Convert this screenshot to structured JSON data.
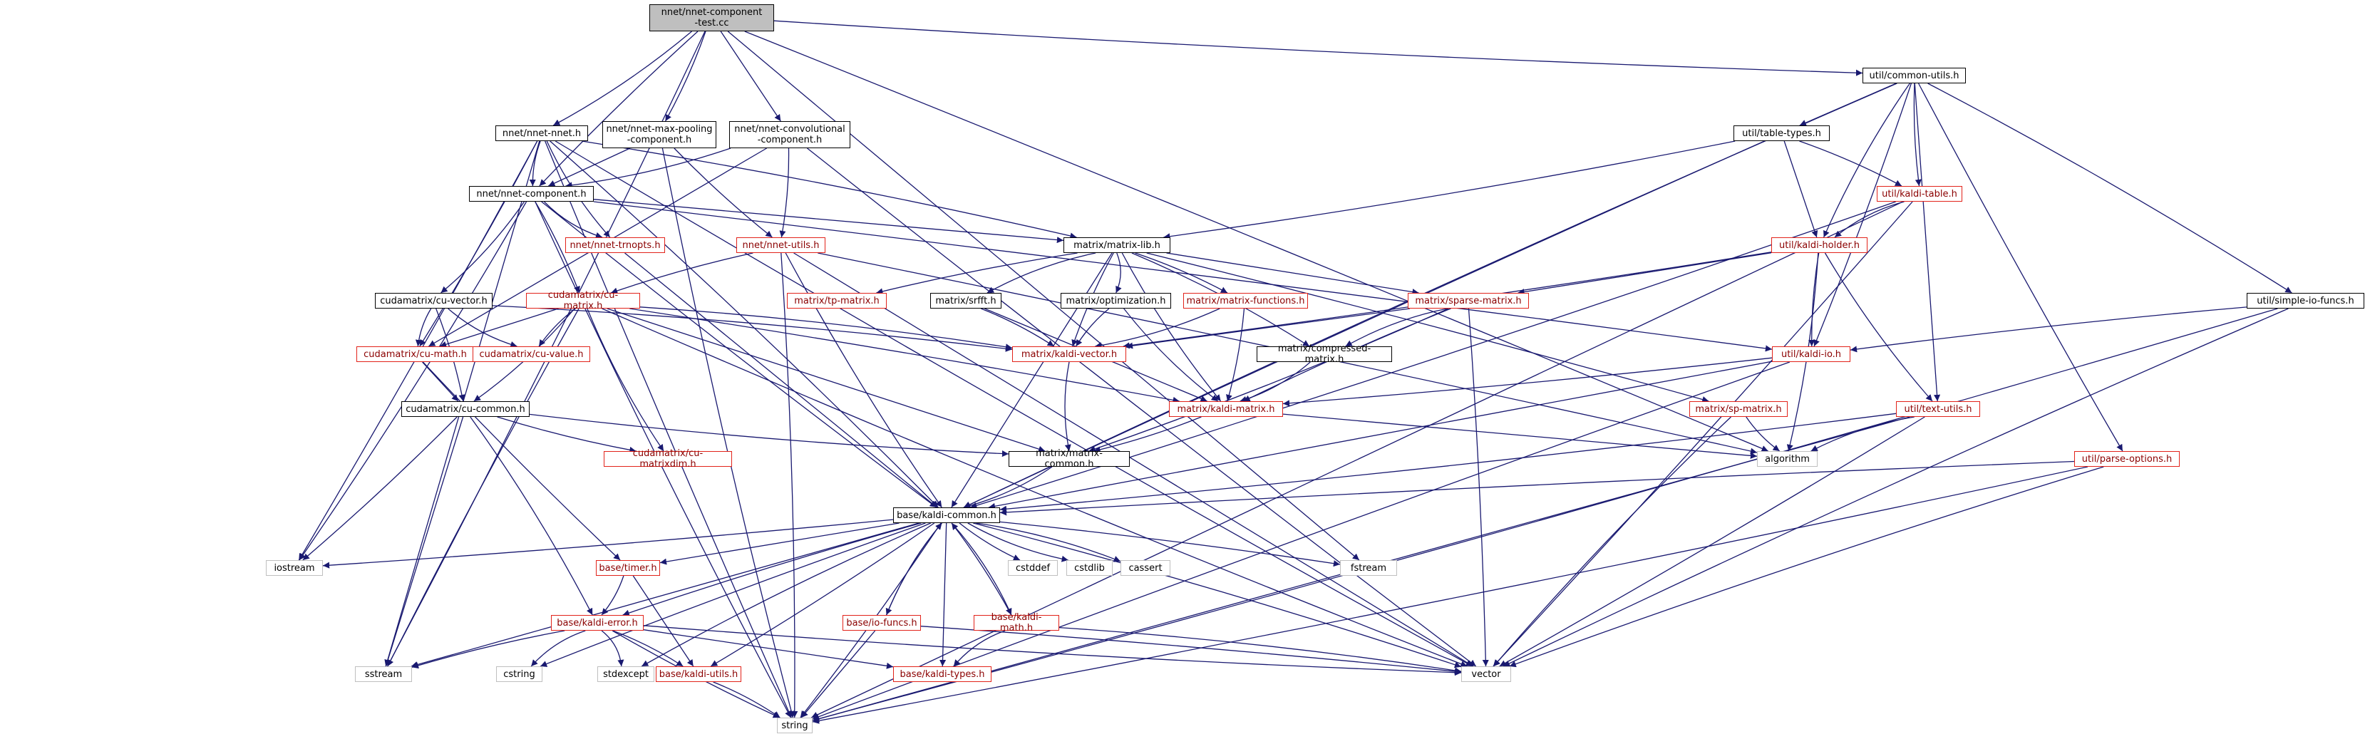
{
  "colors": {
    "edge": "#191970",
    "root_fill": "#bfbfbf",
    "documented_border": "#000000",
    "undocumented_border": "#e2231a",
    "external_border": "#bfbfbf"
  },
  "nodes": [
    {
      "id": "root",
      "label": "nnet/nnet-component\n-test.cc",
      "kind": "root"
    },
    {
      "id": "nnet_nnet",
      "label": "nnet/nnet-nnet.h",
      "kind": "black"
    },
    {
      "id": "nnet_maxpool",
      "label": "nnet/nnet-max-pooling\n-component.h",
      "kind": "black"
    },
    {
      "id": "nnet_conv",
      "label": "nnet/nnet-convolutional\n-component.h",
      "kind": "black"
    },
    {
      "id": "nnet_component",
      "label": "nnet/nnet-component.h",
      "kind": "black"
    },
    {
      "id": "nnet_trnopts",
      "label": "nnet/nnet-trnopts.h",
      "kind": "red"
    },
    {
      "id": "nnet_utils",
      "label": "nnet/nnet-utils.h",
      "kind": "red"
    },
    {
      "id": "matrix_lib",
      "label": "matrix/matrix-lib.h",
      "kind": "black"
    },
    {
      "id": "cu_vector",
      "label": "cudamatrix/cu-vector.h",
      "kind": "black"
    },
    {
      "id": "cu_matrix",
      "label": "cudamatrix/cu-matrix.h",
      "kind": "red"
    },
    {
      "id": "tp_matrix",
      "label": "matrix/tp-matrix.h",
      "kind": "red"
    },
    {
      "id": "srfft",
      "label": "matrix/srfft.h",
      "kind": "black"
    },
    {
      "id": "optimization",
      "label": "matrix/optimization.h",
      "kind": "black"
    },
    {
      "id": "matrix_functions",
      "label": "matrix/matrix-functions.h",
      "kind": "red"
    },
    {
      "id": "sparse_matrix",
      "label": "matrix/sparse-matrix.h",
      "kind": "red"
    },
    {
      "id": "cu_math",
      "label": "cudamatrix/cu-math.h",
      "kind": "red"
    },
    {
      "id": "cu_value",
      "label": "cudamatrix/cu-value.h",
      "kind": "red"
    },
    {
      "id": "kaldi_vector",
      "label": "matrix/kaldi-vector.h",
      "kind": "red"
    },
    {
      "id": "compressed_matrix",
      "label": "matrix/compressed-matrix.h",
      "kind": "black"
    },
    {
      "id": "cu_common",
      "label": "cudamatrix/cu-common.h",
      "kind": "black"
    },
    {
      "id": "kaldi_matrix",
      "label": "matrix/kaldi-matrix.h",
      "kind": "red"
    },
    {
      "id": "sp_matrix",
      "label": "matrix/sp-matrix.h",
      "kind": "red"
    },
    {
      "id": "cu_matrixdim",
      "label": "cudamatrix/cu-matrixdim.h",
      "kind": "red"
    },
    {
      "id": "matrix_common",
      "label": "matrix/matrix-common.h",
      "kind": "black"
    },
    {
      "id": "kaldi_common",
      "label": "base/kaldi-common.h",
      "kind": "black"
    },
    {
      "id": "common_utils",
      "label": "util/common-utils.h",
      "kind": "black"
    },
    {
      "id": "table_types",
      "label": "util/table-types.h",
      "kind": "black"
    },
    {
      "id": "kaldi_table",
      "label": "util/kaldi-table.h",
      "kind": "red"
    },
    {
      "id": "kaldi_holder",
      "label": "util/kaldi-holder.h",
      "kind": "red"
    },
    {
      "id": "simple_io",
      "label": "util/simple-io-funcs.h",
      "kind": "black"
    },
    {
      "id": "kaldi_io",
      "label": "util/kaldi-io.h",
      "kind": "red"
    },
    {
      "id": "text_utils",
      "label": "util/text-utils.h",
      "kind": "red"
    },
    {
      "id": "parse_options",
      "label": "util/parse-options.h",
      "kind": "red"
    },
    {
      "id": "timer",
      "label": "base/timer.h",
      "kind": "red"
    },
    {
      "id": "kaldi_error",
      "label": "base/kaldi-error.h",
      "kind": "red"
    },
    {
      "id": "io_funcs",
      "label": "base/io-funcs.h",
      "kind": "red"
    },
    {
      "id": "kaldi_math",
      "label": "base/kaldi-math.h",
      "kind": "red"
    },
    {
      "id": "kaldi_utils",
      "label": "base/kaldi-utils.h",
      "kind": "red"
    },
    {
      "id": "kaldi_types",
      "label": "base/kaldi-types.h",
      "kind": "red"
    },
    {
      "id": "iostream",
      "label": "iostream",
      "kind": "gray"
    },
    {
      "id": "cstddef",
      "label": "cstddef",
      "kind": "gray"
    },
    {
      "id": "cstdlib",
      "label": "cstdlib",
      "kind": "gray"
    },
    {
      "id": "cassert",
      "label": "cassert",
      "kind": "gray"
    },
    {
      "id": "fstream",
      "label": "fstream",
      "kind": "gray"
    },
    {
      "id": "algorithm",
      "label": "algorithm",
      "kind": "gray"
    },
    {
      "id": "sstream",
      "label": "sstream",
      "kind": "gray"
    },
    {
      "id": "cstring",
      "label": "cstring",
      "kind": "gray"
    },
    {
      "id": "stdexcept",
      "label": "stdexcept",
      "kind": "gray"
    },
    {
      "id": "vector",
      "label": "vector",
      "kind": "gray"
    },
    {
      "id": "string",
      "label": "string",
      "kind": "gray"
    }
  ],
  "edges": [
    [
      "root",
      "nnet_nnet"
    ],
    [
      "root",
      "nnet_maxpool"
    ],
    [
      "root",
      "nnet_conv"
    ],
    [
      "root",
      "nnet_component"
    ],
    [
      "root",
      "common_utils"
    ],
    [
      "root",
      "sstream"
    ],
    [
      "root",
      "algorithm"
    ],
    [
      "root",
      "fstream"
    ],
    [
      "nnet_nnet",
      "nnet_component"
    ],
    [
      "nnet_nnet",
      "nnet_trnopts"
    ],
    [
      "nnet_nnet",
      "matrix_lib"
    ],
    [
      "nnet_nnet",
      "iostream"
    ],
    [
      "nnet_nnet",
      "sstream"
    ],
    [
      "nnet_nnet",
      "string"
    ],
    [
      "nnet_nnet",
      "vector"
    ],
    [
      "nnet_nnet",
      "kaldi_common"
    ],
    [
      "nnet_nnet",
      "cu_math"
    ],
    [
      "nnet_maxpool",
      "nnet_component"
    ],
    [
      "nnet_maxpool",
      "nnet_utils"
    ],
    [
      "nnet_maxpool",
      "string"
    ],
    [
      "nnet_conv",
      "nnet_component"
    ],
    [
      "nnet_conv",
      "nnet_utils"
    ],
    [
      "nnet_conv",
      "cu_math"
    ],
    [
      "nnet_conv",
      "vector"
    ],
    [
      "nnet_component",
      "nnet_trnopts"
    ],
    [
      "nnet_component",
      "cu_vector"
    ],
    [
      "nnet_component",
      "cu_matrix"
    ],
    [
      "nnet_component",
      "matrix_lib"
    ],
    [
      "nnet_component",
      "kaldi_common"
    ],
    [
      "nnet_component",
      "string"
    ],
    [
      "nnet_component",
      "iostream"
    ],
    [
      "nnet_component",
      "kaldi_io"
    ],
    [
      "nnet_trnopts",
      "kaldi_common"
    ],
    [
      "nnet_utils",
      "cu_matrix"
    ],
    [
      "nnet_utils",
      "kaldi_common"
    ],
    [
      "nnet_utils",
      "string"
    ],
    [
      "nnet_utils",
      "algorithm"
    ],
    [
      "nnet_utils",
      "vector"
    ],
    [
      "matrix_lib",
      "tp_matrix"
    ],
    [
      "matrix_lib",
      "srfft"
    ],
    [
      "matrix_lib",
      "optimization"
    ],
    [
      "matrix_lib",
      "matrix_functions"
    ],
    [
      "matrix_lib",
      "sparse_matrix"
    ],
    [
      "matrix_lib",
      "kaldi_vector"
    ],
    [
      "matrix_lib",
      "kaldi_matrix"
    ],
    [
      "matrix_lib",
      "compressed_matrix"
    ],
    [
      "matrix_lib",
      "sp_matrix"
    ],
    [
      "matrix_lib",
      "kaldi_common"
    ],
    [
      "cu_vector",
      "cu_math"
    ],
    [
      "cu_vector",
      "cu_value"
    ],
    [
      "cu_vector",
      "kaldi_vector"
    ],
    [
      "cu_vector",
      "cu_common"
    ],
    [
      "cu_matrix",
      "cu_math"
    ],
    [
      "cu_matrix",
      "cu_value"
    ],
    [
      "cu_matrix",
      "cu_matrixdim"
    ],
    [
      "cu_matrix",
      "cu_common"
    ],
    [
      "cu_matrix",
      "kaldi_matrix"
    ],
    [
      "cu_matrix",
      "matrix_common"
    ],
    [
      "cu_matrix",
      "sstream"
    ],
    [
      "cu_matrix",
      "vector"
    ],
    [
      "cu_matrix",
      "kaldi_vector"
    ],
    [
      "srfft",
      "kaldi_vector"
    ],
    [
      "srfft",
      "kaldi_matrix"
    ],
    [
      "optimization",
      "kaldi_vector"
    ],
    [
      "optimization",
      "kaldi_matrix"
    ],
    [
      "matrix_functions",
      "kaldi_vector"
    ],
    [
      "matrix_functions",
      "kaldi_matrix"
    ],
    [
      "sparse_matrix",
      "kaldi_vector"
    ],
    [
      "sparse_matrix",
      "kaldi_matrix"
    ],
    [
      "sparse_matrix",
      "compressed_matrix"
    ],
    [
      "sparse_matrix",
      "matrix_common"
    ],
    [
      "sparse_matrix",
      "vector"
    ],
    [
      "cu_math",
      "cu_common"
    ],
    [
      "cu_math",
      "timer"
    ],
    [
      "kaldi_vector",
      "matrix_common"
    ],
    [
      "compressed_matrix",
      "kaldi_matrix"
    ],
    [
      "cu_common",
      "iostream"
    ],
    [
      "cu_common",
      "sstream"
    ],
    [
      "cu_common",
      "cu_matrixdim"
    ],
    [
      "cu_common",
      "matrix_common"
    ],
    [
      "cu_common",
      "kaldi_error"
    ],
    [
      "kaldi_matrix",
      "matrix_common"
    ],
    [
      "kaldi_matrix",
      "algorithm"
    ],
    [
      "sp_matrix",
      "algorithm"
    ],
    [
      "sp_matrix",
      "vector"
    ],
    [
      "matrix_common",
      "kaldi_common"
    ],
    [
      "kaldi_common",
      "iostream"
    ],
    [
      "kaldi_common",
      "timer"
    ],
    [
      "kaldi_common",
      "kaldi_error"
    ],
    [
      "kaldi_common",
      "io_funcs"
    ],
    [
      "kaldi_common",
      "kaldi_math"
    ],
    [
      "kaldi_common",
      "kaldi_utils"
    ],
    [
      "kaldi_common",
      "kaldi_types"
    ],
    [
      "kaldi_common",
      "cstddef"
    ],
    [
      "kaldi_common",
      "cstdlib"
    ],
    [
      "kaldi_common",
      "cassert"
    ],
    [
      "kaldi_common",
      "fstream"
    ],
    [
      "kaldi_common",
      "sstream"
    ],
    [
      "kaldi_common",
      "cstring"
    ],
    [
      "kaldi_common",
      "stdexcept"
    ],
    [
      "kaldi_common",
      "vector"
    ],
    [
      "kaldi_common",
      "string"
    ],
    [
      "common_utils",
      "table_types"
    ],
    [
      "common_utils",
      "kaldi_table"
    ],
    [
      "common_utils",
      "kaldi_holder"
    ],
    [
      "common_utils",
      "simple_io"
    ],
    [
      "common_utils",
      "kaldi_io"
    ],
    [
      "common_utils",
      "text_utils"
    ],
    [
      "common_utils",
      "parse_options"
    ],
    [
      "common_utils",
      "kaldi_common"
    ],
    [
      "table_types",
      "matrix_lib"
    ],
    [
      "table_types",
      "kaldi_table"
    ],
    [
      "table_types",
      "kaldi_holder"
    ],
    [
      "table_types",
      "kaldi_common"
    ],
    [
      "kaldi_table",
      "kaldi_holder"
    ],
    [
      "kaldi_table",
      "kaldi_common"
    ],
    [
      "kaldi_table",
      "vector"
    ],
    [
      "kaldi_table",
      "string"
    ],
    [
      "kaldi_holder",
      "kaldi_io"
    ],
    [
      "kaldi_holder",
      "text_utils"
    ],
    [
      "kaldi_holder",
      "algorithm"
    ],
    [
      "kaldi_holder",
      "kaldi_vector"
    ],
    [
      "kaldi_holder",
      "sparse_matrix"
    ],
    [
      "simple_io",
      "kaldi_io"
    ],
    [
      "simple_io",
      "vector"
    ],
    [
      "simple_io",
      "string"
    ],
    [
      "kaldi_io",
      "kaldi_matrix"
    ],
    [
      "kaldi_io",
      "kaldi_common"
    ],
    [
      "kaldi_io",
      "string"
    ],
    [
      "text_utils",
      "algorithm"
    ],
    [
      "text_utils",
      "kaldi_common"
    ],
    [
      "text_utils",
      "vector"
    ],
    [
      "text_utils",
      "string"
    ],
    [
      "parse_options",
      "kaldi_common"
    ],
    [
      "parse_options",
      "vector"
    ],
    [
      "parse_options",
      "string"
    ],
    [
      "timer",
      "kaldi_error"
    ],
    [
      "timer",
      "kaldi_utils"
    ],
    [
      "kaldi_error",
      "sstream"
    ],
    [
      "kaldi_error",
      "cstring"
    ],
    [
      "kaldi_error",
      "stdexcept"
    ],
    [
      "kaldi_error",
      "kaldi_utils"
    ],
    [
      "kaldi_error",
      "kaldi_types"
    ],
    [
      "kaldi_error",
      "string"
    ],
    [
      "kaldi_error",
      "vector"
    ],
    [
      "io_funcs",
      "kaldi_common"
    ],
    [
      "io_funcs",
      "vector"
    ],
    [
      "io_funcs",
      "string"
    ],
    [
      "kaldi_math",
      "kaldi_common"
    ],
    [
      "kaldi_math",
      "kaldi_types"
    ],
    [
      "kaldi_math",
      "vector"
    ],
    [
      "kaldi_utils",
      "string"
    ]
  ]
}
